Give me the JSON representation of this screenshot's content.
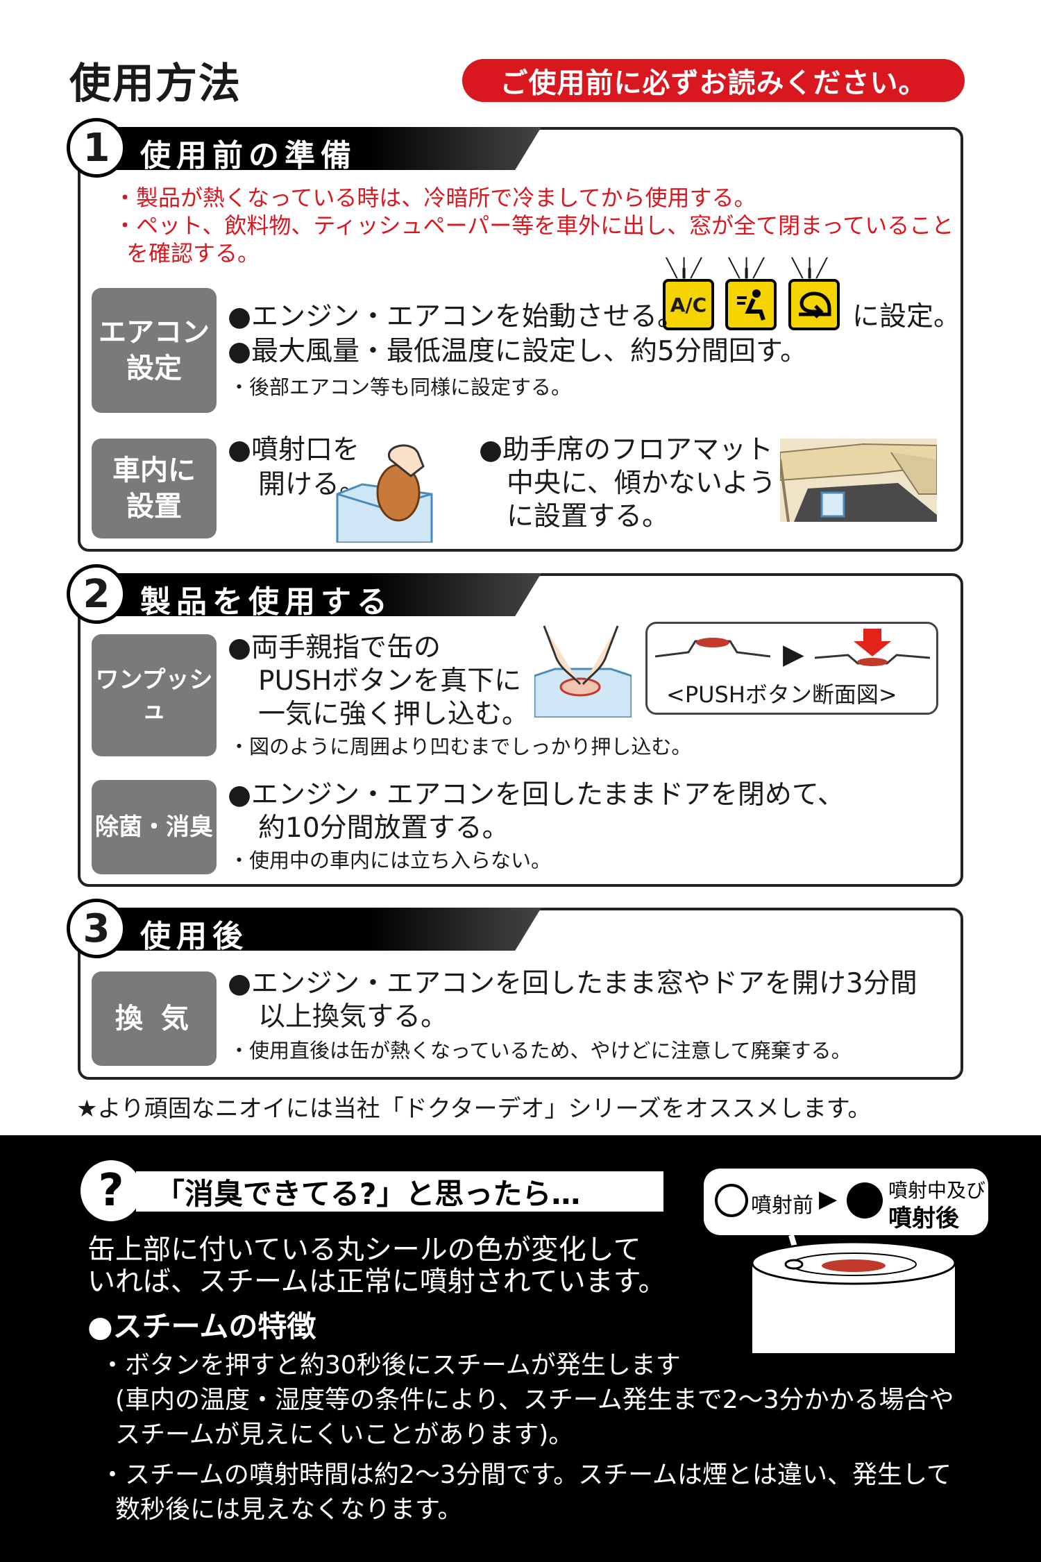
{
  "header": {
    "title": "使用方法",
    "notice": "ご使用前に必ずお読みください。"
  },
  "section1": {
    "number": "1",
    "title": "使用前の準備",
    "warnings": [
      "・製品が熱くなっている時は、冷暗所で冷ましてから使用する。",
      "・ペット、飲料物、ティッシュペーパー等を車外に出し、窓が全て閉まっていること",
      "を確認する。"
    ],
    "ac_label": "エアコン\n設定",
    "ac_line1": "●エンジン・エアコンを始動させる。",
    "ac_icon1": "A/C",
    "ac_line1_end": "に設定。",
    "ac_line2": "●最大風量・最低温度に設定し、約5分間回す。",
    "ac_note": "・後部エアコン等も同様に設定する。",
    "place_label": "車内に\n設置",
    "place_open_1": "●噴射口を",
    "place_open_2": "開ける。",
    "place_mat_1": "●助手席のフロアマット",
    "place_mat_2": "中央に、傾かないよう",
    "place_mat_3": "に設置する。"
  },
  "section2": {
    "number": "2",
    "title": "製品を使用する",
    "push_label": "ワンプッシュ",
    "push_1": "●両手親指で缶の",
    "push_2": "PUSHボタンを真下に",
    "push_3": "一気に強く押し込む。",
    "push_diagram": "<PUSHボタン断面図>",
    "push_note": "・図のように周囲より凹むまでしっかり押し込む。",
    "deodor_label": "除菌・消臭",
    "deodor_1": "●エンジン・エアコンを回したままドアを閉めて、",
    "deodor_2": "約10分間放置する。",
    "deodor_note": "・使用中の車内には立ち入らない。"
  },
  "section3": {
    "number": "3",
    "title": "使用後",
    "vent_label": "換 気",
    "vent_1": "●エンジン・エアコンを回したまま窓やドアを開け3分間",
    "vent_2": "以上換気する。",
    "vent_note": "・使用直後は缶が熱くなっているため、やけどに注意して廃棄する。"
  },
  "recommend": "★より頑固なニオイには当社「ドクターデオ」シリーズをオススメします。",
  "bottom": {
    "q_mark": "?",
    "q_title": "「消臭できてる?」と思ったら…",
    "desc_1": "缶上部に付いている丸シールの色が変化して",
    "desc_2": "いれば、スチームは正常に噴射されています。",
    "before": "噴射前",
    "after_1": "噴射中及び",
    "after_2": "噴射後",
    "feature_title": "●スチームの特徴",
    "f1_1": "・ボタンを押すと約30秒後にスチームが発生します",
    "f1_2": "(車内の温度・湿度等の条件により、スチーム発生まで2〜3分かかる場合や",
    "f1_3": "スチームが見えにくいことがあります)。",
    "f2_1": "・スチームの噴射時間は約2〜3分間です。スチームは煙とは違い、発生して",
    "f2_2": "数秒後には見えなくなります。"
  }
}
